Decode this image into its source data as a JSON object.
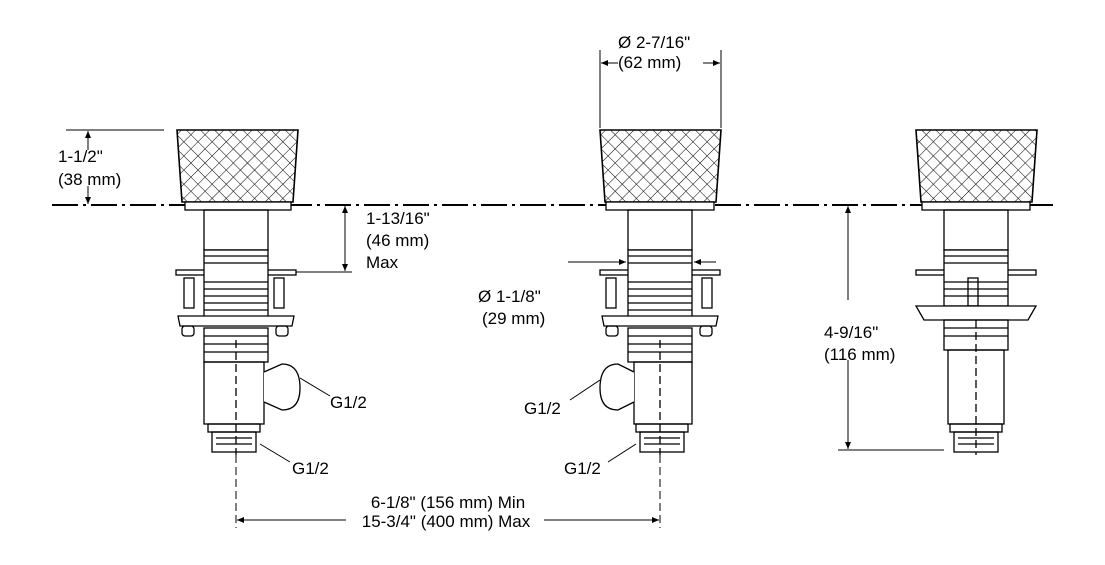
{
  "labels": {
    "knob_diameter": "Ø 2-7/16\"",
    "knob_diameter_mm": "(62 mm)",
    "knob_height": "1-1/2\"",
    "knob_height_mm": "(38 mm)",
    "deck_thickness": "1-13/16\"",
    "deck_thickness_mm": "(46 mm)",
    "deck_thickness_max": "Max",
    "hole_diameter": "Ø 1-1/8\"",
    "hole_diameter_mm": "(29 mm)",
    "shank_length": "4-9/16\"",
    "shank_length_mm": "(116 mm)",
    "spacing_min": "6-1/8\" (156 mm) Min",
    "spacing_max": "15-3/4\" (400 mm) Max",
    "outlet_left_side": "G1/2",
    "outlet_left_bottom": "G1/2",
    "outlet_center_side": "G1/2",
    "outlet_center_bottom": "G1/2"
  },
  "colors": {
    "line": "#000000",
    "background": "#ffffff"
  }
}
